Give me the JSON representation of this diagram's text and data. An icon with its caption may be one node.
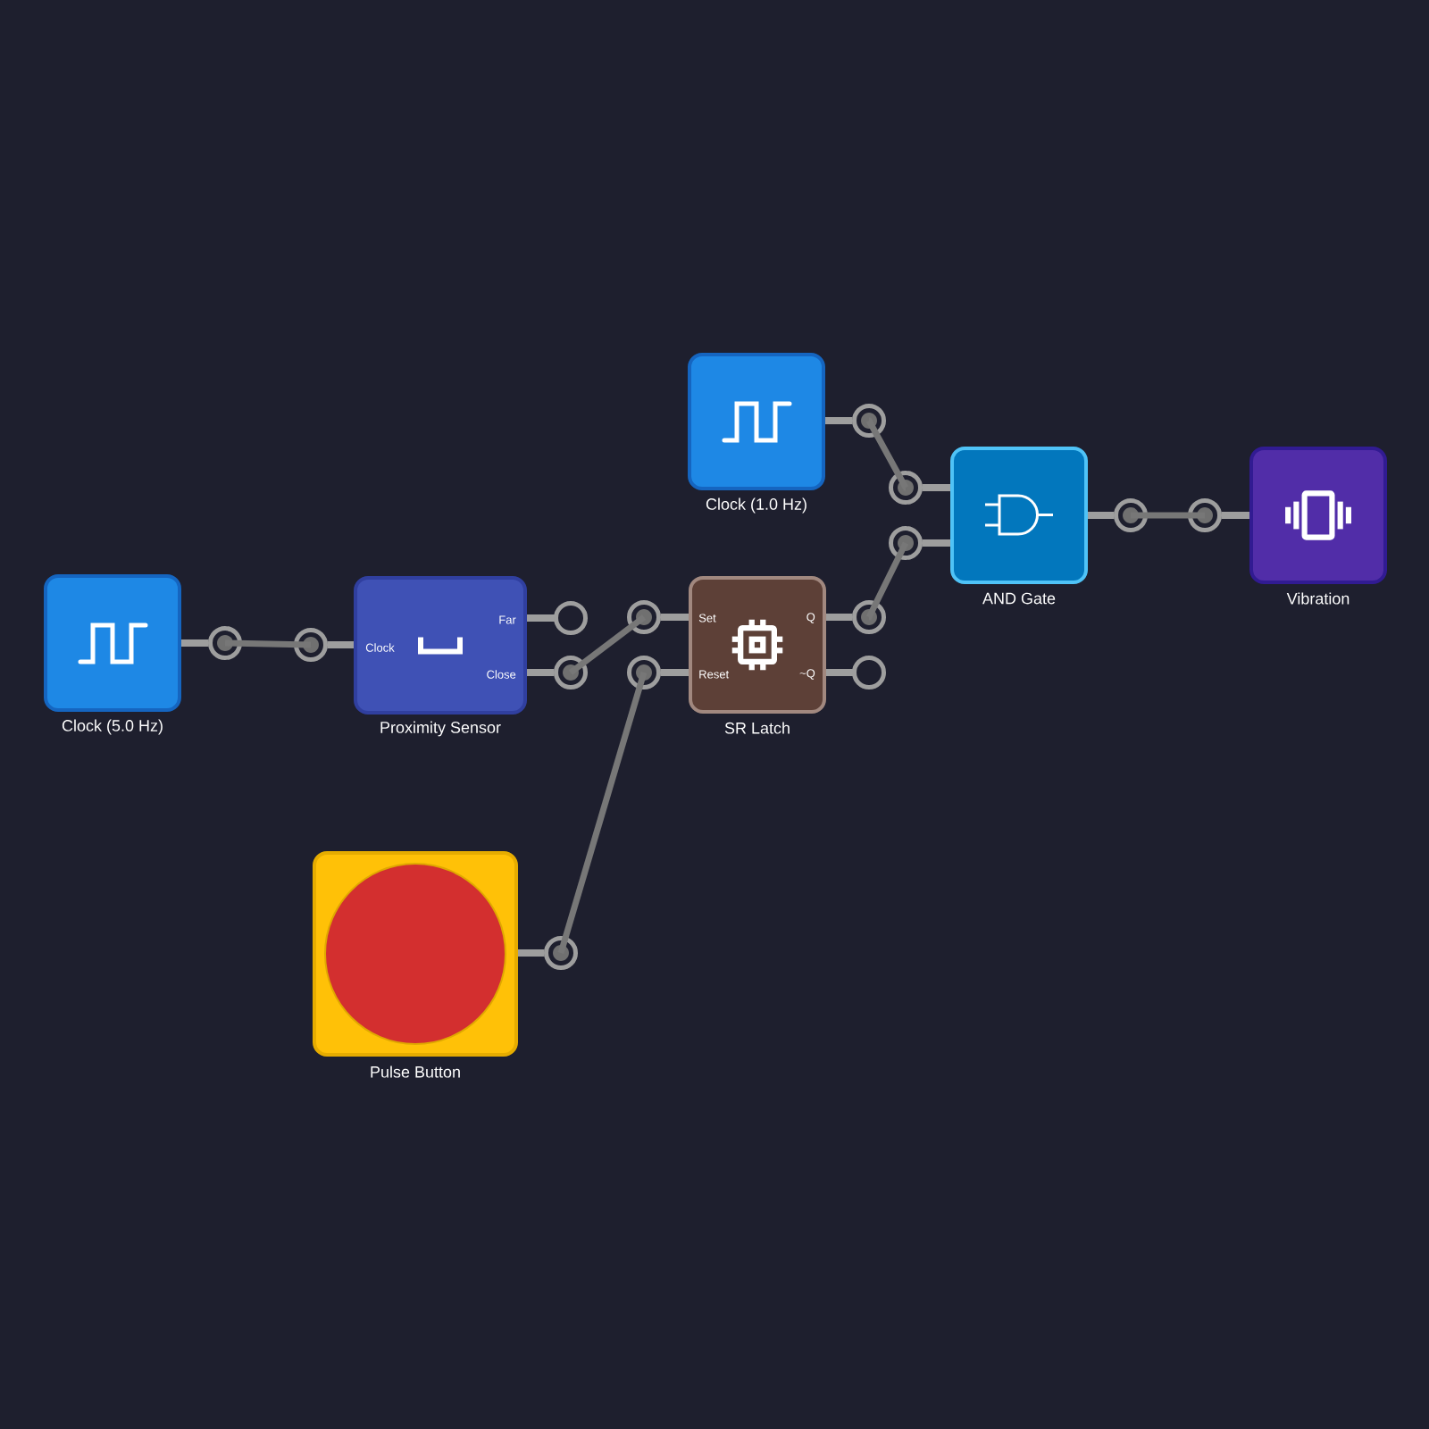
{
  "diagram": {
    "nodes": [
      {
        "text": [
          "Clock (1.0 Hz)"
        ]
      },
      {
        "text": [
          "AND Gate"
        ]
      },
      {
        "text": [
          "Vibration"
        ]
      },
      {
        "text": [
          "Clock (5.0 Hz)"
        ]
      },
      {
        "text": [
          "Proximity Sensor",
          "Clock",
          "Far",
          "Close"
        ]
      },
      {
        "text": [
          "SR Latch",
          "Set",
          "Reset",
          "Q",
          "~Q"
        ]
      },
      {
        "text": [
          "Pulse Button"
        ]
      }
    ],
    "edges": [
      {
        "from": 0,
        "to": 1,
        "arrow": "none"
      },
      {
        "from": 5,
        "to": 1,
        "arrow": "none"
      },
      {
        "from": 1,
        "to": 2,
        "arrow": "none"
      },
      {
        "from": 3,
        "to": 4,
        "arrow": "none"
      },
      {
        "from": 4,
        "to": 5,
        "arrow": "none"
      },
      {
        "from": 6,
        "to": 5,
        "arrow": "none"
      }
    ]
  }
}
